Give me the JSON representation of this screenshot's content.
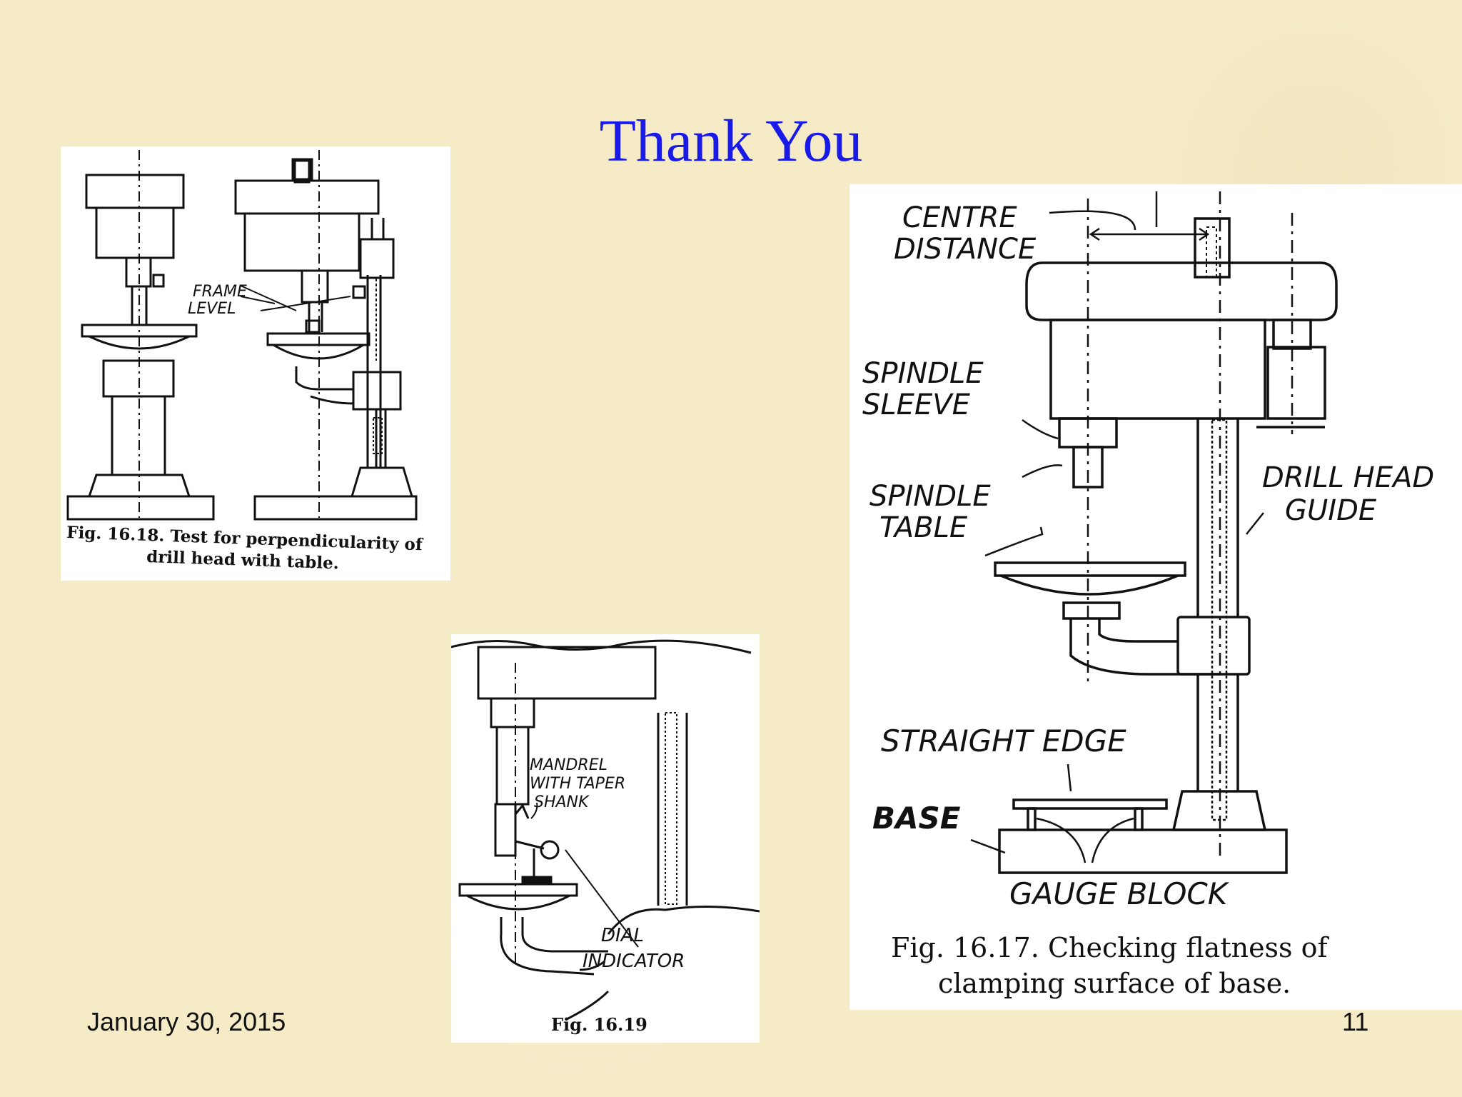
{
  "slide": {
    "title": "Thank You",
    "date": "January 30, 2015",
    "page_number": "11"
  },
  "fig_16_18": {
    "label_frame_level": [
      "FRAME",
      "LEVEL"
    ],
    "caption_line1": "Fig. 16.18. Test for perpendicularity of",
    "caption_line2": "drill head with table."
  },
  "fig_16_19": {
    "label_mandrel": [
      "MANDREL",
      "WITH TAPER",
      "SHANK"
    ],
    "label_dial": [
      "DIAL",
      "INDICATOR"
    ],
    "caption": "Fig. 16.19"
  },
  "fig_16_17": {
    "label_centre_distance": [
      "CENTRE",
      "DISTANCE"
    ],
    "label_spindle_sleeve": [
      "SPINDLE",
      "SLEEVE"
    ],
    "label_spindle_table": [
      "SPINDLE",
      "TABLE"
    ],
    "label_drill_head_guide": [
      "DRILL HEAD",
      "GUIDE"
    ],
    "label_straight_edge": "STRAIGHT EDGE",
    "label_base": "BASE",
    "label_gauge_block": "GAUGE BLOCK",
    "caption_line1": "Fig. 16.17. Checking flatness of",
    "caption_line2": "clamping surface of base."
  }
}
